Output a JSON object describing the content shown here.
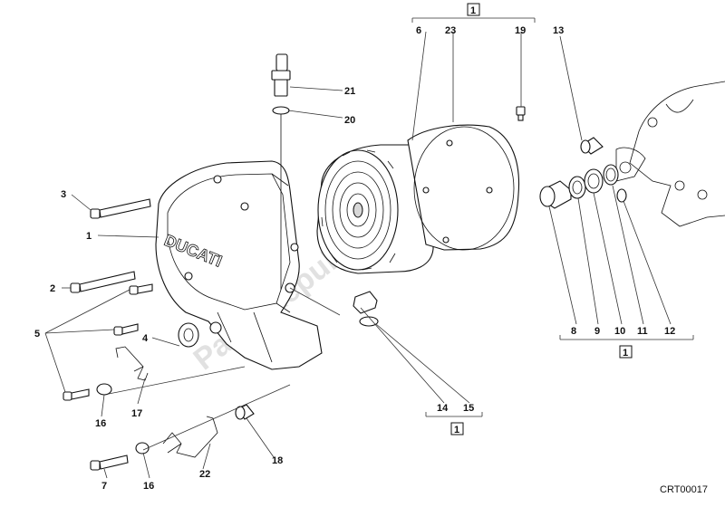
{
  "diagram": {
    "drawing_code": "CRT00017",
    "watermark": "Parts Republik",
    "cover_logo": "DUCATI",
    "group_box_label": "1",
    "callouts": [
      "1",
      "2",
      "3",
      "4",
      "5",
      "6",
      "7",
      "8",
      "9",
      "10",
      "11",
      "12",
      "13",
      "14",
      "15",
      "16",
      "16",
      "17",
      "18",
      "19",
      "20",
      "21",
      "22",
      "23"
    ]
  }
}
